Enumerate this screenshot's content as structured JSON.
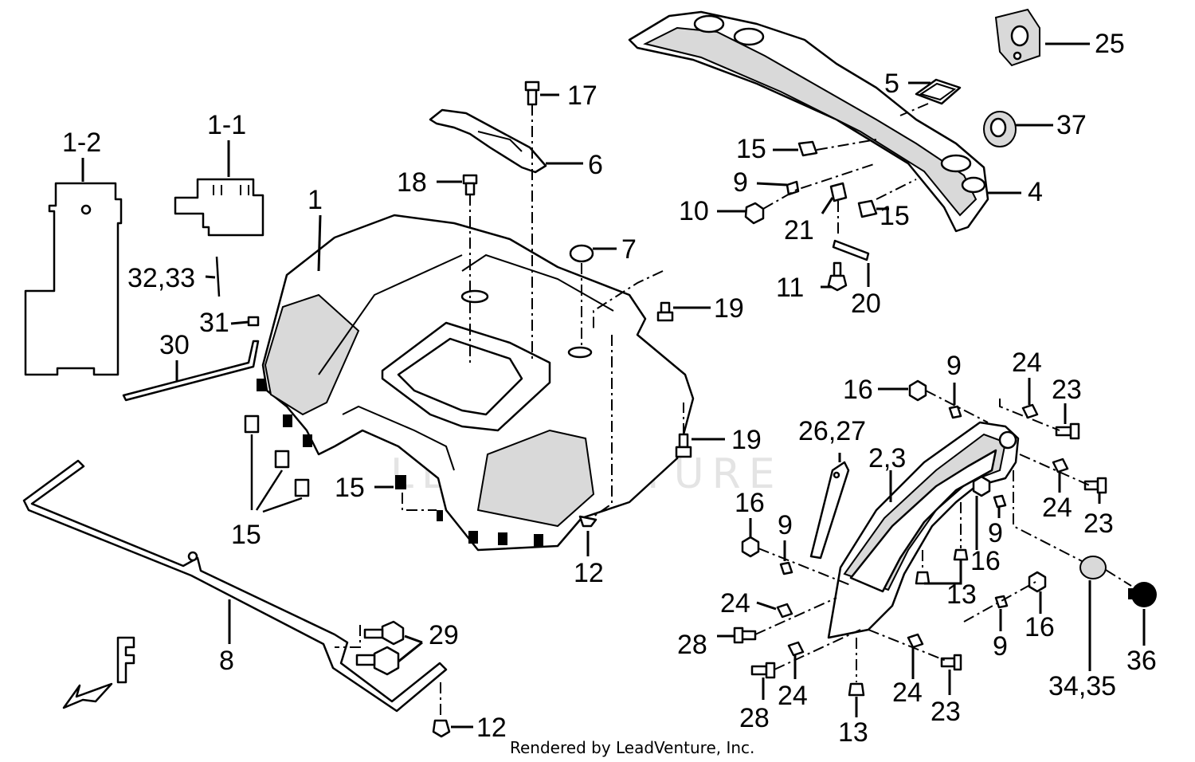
{
  "labels": {
    "p1_2": "1-2",
    "p1_1": "1-1",
    "p1": "1",
    "p32_33": "32,33",
    "p31": "31",
    "p30": "30",
    "p17": "17",
    "p18": "18",
    "p6": "6",
    "p7": "7",
    "p19a": "19",
    "p19b": "19",
    "p15a": "15",
    "p15b": "15",
    "p15c": "15",
    "p15d": "15",
    "p12a": "12",
    "p12b": "12",
    "p8": "8",
    "p29": "29",
    "p5": "5",
    "p25": "25",
    "p37": "37",
    "p4": "4",
    "p9a": "9",
    "p10": "10",
    "p21": "21",
    "p11": "11",
    "p20": "20",
    "p16a": "16",
    "p9b": "9",
    "p24a": "24",
    "p23a": "23",
    "p26_27": "26,27",
    "p2_3": "2,3",
    "p24b": "24",
    "p23b": "23",
    "p16b": "16",
    "p9c": "9",
    "p9d": "9",
    "p16c": "16",
    "p24c": "24",
    "p13a": "13",
    "p28a": "28",
    "p9e": "9",
    "p16d": "16",
    "p24d": "24",
    "p28b": "28",
    "p24e": "24",
    "p23c": "23",
    "p13b": "13",
    "p34_35": "34,35",
    "p36": "36"
  },
  "footer": {
    "credit": "Rendered by LeadVenture, Inc."
  },
  "watermark": {
    "text": "LEADVENTURE"
  }
}
